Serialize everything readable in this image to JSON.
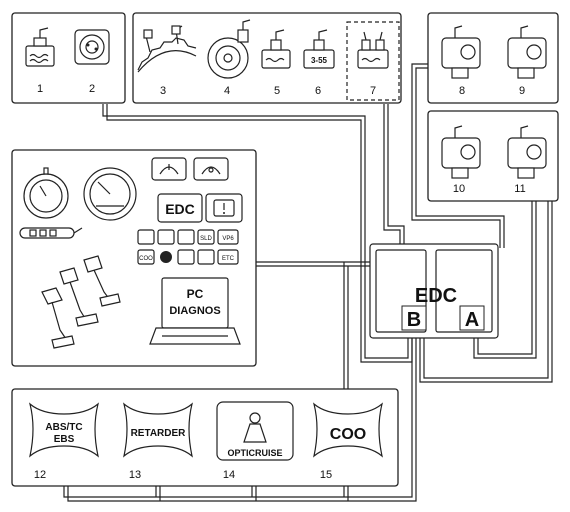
{
  "components": {
    "n1": "1",
    "n2": "2",
    "n3": "3",
    "n4": "4",
    "n5": "5",
    "n6": "6",
    "n7": "7",
    "n8": "8",
    "n9": "9",
    "n10": "10",
    "n11": "11",
    "n12": "12",
    "n13": "13",
    "n14": "14",
    "n15": "15"
  },
  "ecu": {
    "title": "EDC",
    "connector_b": "B",
    "connector_a": "A"
  },
  "cab_panel": {
    "edc_lamp": "EDC",
    "pc_label_line1": "PC",
    "pc_label_line2": "DIAGNOS",
    "small_lamps": [
      "SLD",
      "VP6",
      "ETC",
      "COO"
    ],
    "sensor_code": "3-55"
  },
  "units": {
    "u12_line1": "ABS/TC",
    "u12_line2": "EBS",
    "u13": "RETARDER",
    "u14": "OPTICRUISE",
    "u15": "COO"
  }
}
